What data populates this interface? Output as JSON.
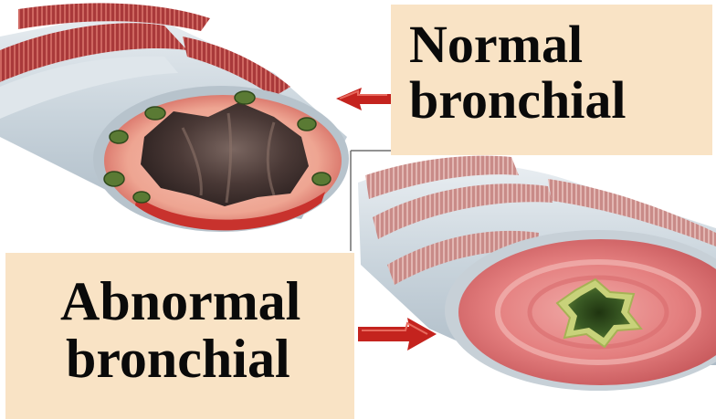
{
  "labels": {
    "normal": {
      "line1": "Normal",
      "line2": "bronchial"
    },
    "abnormal": {
      "line1": "Abnormal",
      "line2": "bronchial"
    }
  },
  "colors": {
    "label_background": "#f9e3c5",
    "arrow": "#c4231e",
    "cartilage_ring": "#dfe6eb",
    "muscle_band": "#b9443a",
    "mucosa": "#e07a7a",
    "lumen_dark": "#3a2a28",
    "constricted_lumen": "#2f4a1c",
    "mucus_rim": "#c8d27a",
    "gland": "#5a7a34"
  },
  "icons": [
    "left-arrow-icon",
    "right-arrow-icon"
  ]
}
